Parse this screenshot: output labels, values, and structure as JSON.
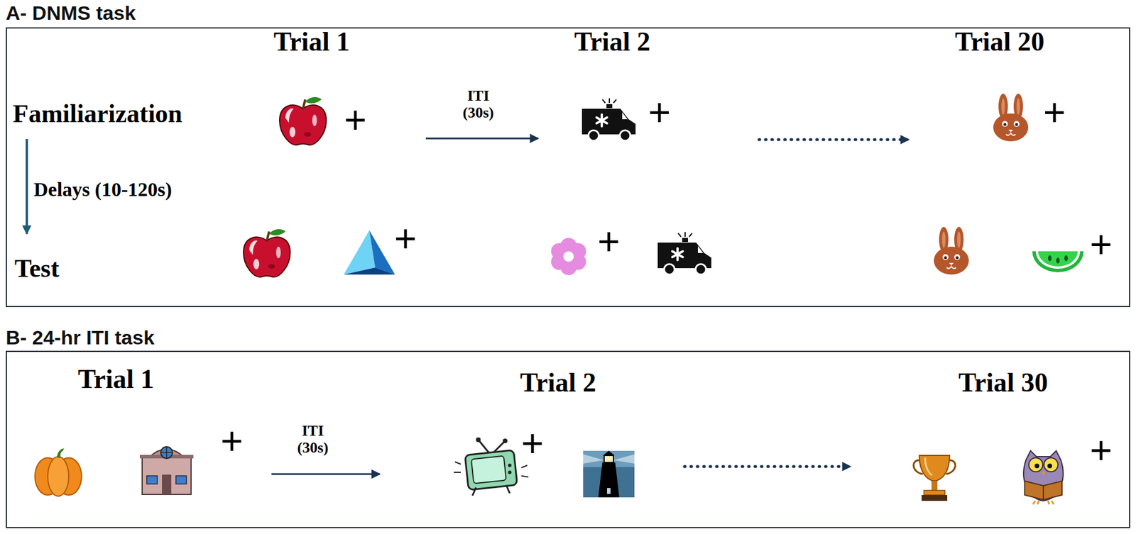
{
  "diagram": {
    "nodes": [
      {
        "text": [
          "A- DNMS task"
        ]
      },
      {
        "text": [
          "B- 24-hr ITI task"
        ]
      }
    ],
    "labels": [
      "Trial 1",
      "Trial 2",
      "Trial 20",
      "Familiarization",
      "Delays (10-120s)",
      "Test",
      "ITI (30s)",
      "+",
      "+",
      "+",
      "+",
      "+",
      "+",
      "Trial 1",
      "ITI (30s)",
      "Trial 2",
      "Trial 30",
      "+",
      "+",
      "+"
    ]
  }
}
